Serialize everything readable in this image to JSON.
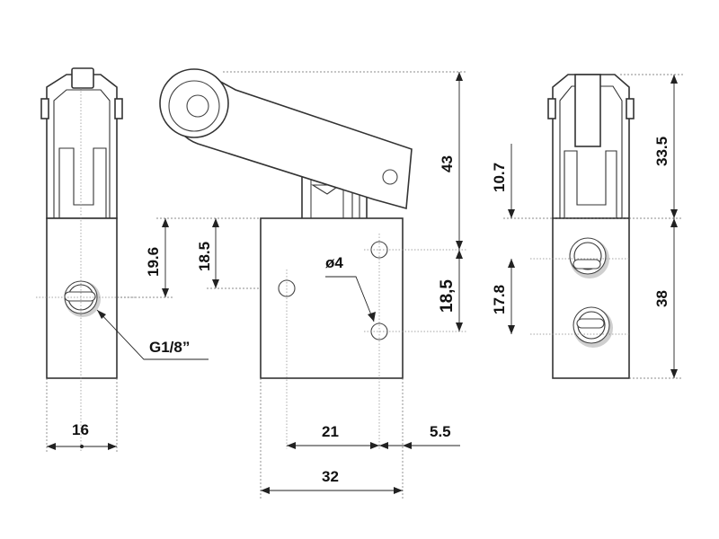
{
  "dimensions": {
    "width_16": "16",
    "height_19_6": "19.6",
    "height_18_5_left": "18.5",
    "height_43": "43",
    "height_18_5_right": "18,5",
    "width_21": "21",
    "width_5_5": "5.5",
    "width_32": "32",
    "height_10_7": "10.7",
    "height_17_8": "17.8",
    "height_33_5": "33.5",
    "height_38": "38"
  },
  "callouts": {
    "hole_diameter": "ø4",
    "port_thread": "G1/8”"
  },
  "colors": {
    "line": "#333333",
    "background": "#ffffff",
    "shade": "#cfcfcf"
  }
}
